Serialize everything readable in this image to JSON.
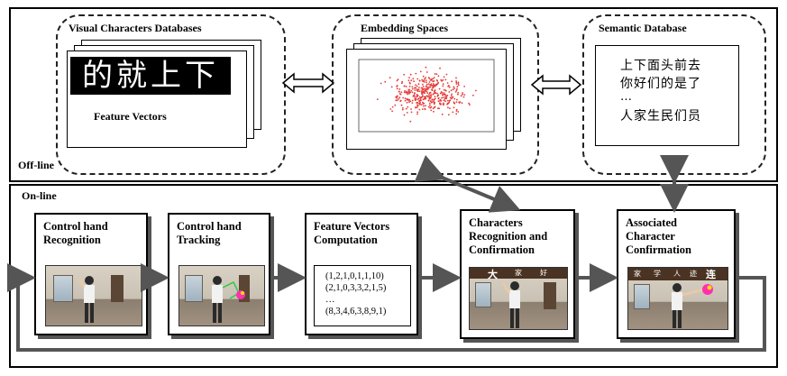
{
  "offline": {
    "section_label": "Off-line",
    "visual_db": {
      "title": "Visual Characters Databases",
      "chars": "的就上下",
      "feature_label": "Feature Vectors"
    },
    "embedding": {
      "title": "Embedding Spaces"
    },
    "semantic": {
      "title": "Semantic Database",
      "line1": "上下面头前去",
      "line2": "你好们的是了",
      "line3": "…",
      "line4": "人家生民们员"
    }
  },
  "online": {
    "section_label": "On-line",
    "steps": [
      {
        "title_l1": "Control hand",
        "title_l2": "Recognition"
      },
      {
        "title_l1": "Control hand",
        "title_l2": "Tracking"
      },
      {
        "title_l1": "Feature Vectors",
        "title_l2": "Computation"
      },
      {
        "title_l1": "Characters",
        "title_l2": "Recognition and",
        "title_l3": "Confirmation"
      },
      {
        "title_l1": "Associated",
        "title_l2": "Character",
        "title_l3": "Confirmation"
      }
    ],
    "vectors": [
      "(1,2,1,0,1,1,10)",
      "(2,1,0,3,3,2,1,5)",
      "…",
      "(8,3,4,6,3,8,9,1)"
    ],
    "photo4_chars": [
      "大",
      "家",
      "好"
    ],
    "photo5_chars": [
      "家",
      "学",
      "连",
      "人",
      "迹"
    ]
  },
  "colors": {
    "scatter_points": "#e53935",
    "arrow": "#555555"
  }
}
